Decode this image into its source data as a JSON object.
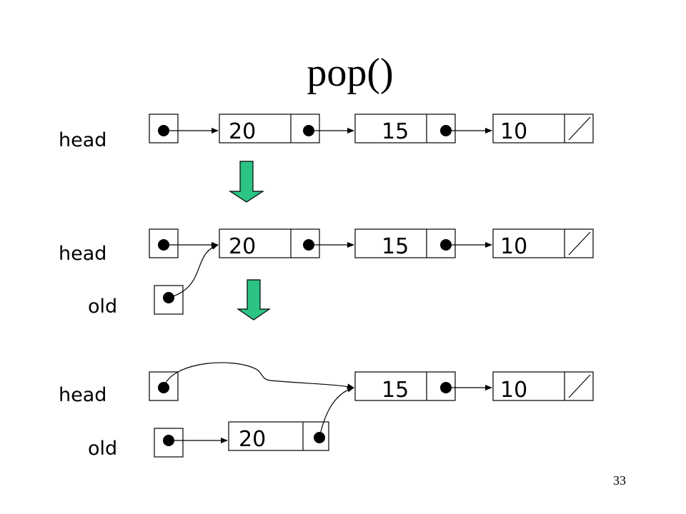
{
  "title": "pop()",
  "page_number": "33",
  "colors": {
    "step_arrow_fill": "#2cc484",
    "step_arrow_stroke": "#000000"
  },
  "step1": {
    "head_label": "head",
    "nodes": [
      {
        "value": "20"
      },
      {
        "value": "15"
      },
      {
        "value": "10",
        "next": "null"
      }
    ]
  },
  "step2": {
    "head_label": "head",
    "old_label": "old",
    "nodes": [
      {
        "value": "20"
      },
      {
        "value": "15"
      },
      {
        "value": "10",
        "next": "null"
      }
    ]
  },
  "step3": {
    "head_label": "head",
    "old_label": "old",
    "nodes": [
      {
        "value": "15"
      },
      {
        "value": "10",
        "next": "null"
      }
    ],
    "old_node": {
      "value": "20"
    }
  }
}
